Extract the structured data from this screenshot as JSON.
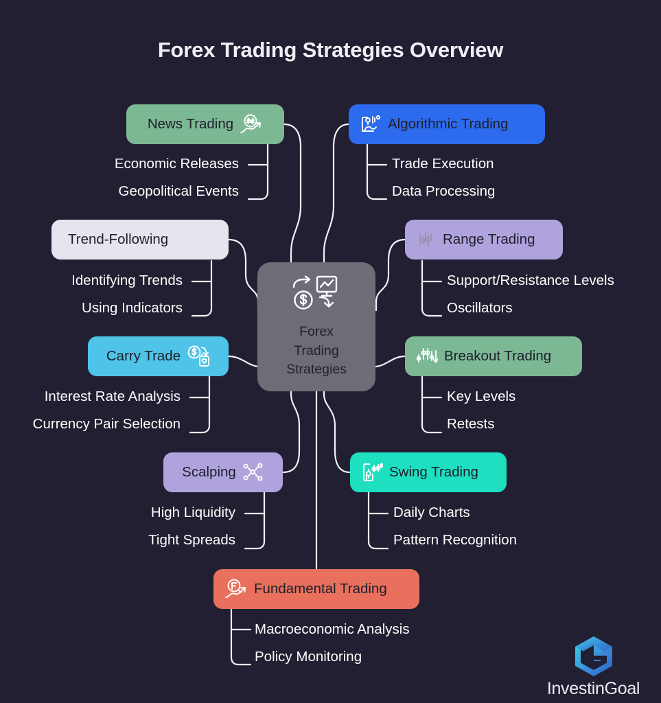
{
  "title": "Forex Trading Strategies Overview",
  "background_color": "#211f31",
  "connector_color": "#f2f3f7",
  "center": {
    "label_lines": [
      "Forex",
      "Trading",
      "Strategies"
    ],
    "color": "#6d6c77",
    "icon": "forex-exchange-icon"
  },
  "branches": [
    {
      "id": "news-trading",
      "label": "News Trading",
      "color": "#7cb894",
      "icon": "news-currency-arrow-icon",
      "icon_side": "right",
      "side": "left",
      "children": [
        "Economic Releases",
        "Geopolitical Events"
      ]
    },
    {
      "id": "algorithmic-trading",
      "label": "Algorithmic Trading",
      "color": "#2c6bed",
      "icon": "algo-chart-device-icon",
      "icon_side": "left",
      "side": "right",
      "children": [
        "Trade Execution",
        "Data Processing"
      ]
    },
    {
      "id": "trend-following",
      "label": "Trend-Following",
      "color": "#e6e5ef",
      "icon": null,
      "icon_side": "none",
      "side": "left",
      "children": [
        "Identifying Trends",
        "Using Indicators"
      ]
    },
    {
      "id": "range-trading",
      "label": "Range Trading",
      "color": "#b0a3dd",
      "icon": "candlestick-range-icon",
      "icon_side": "left",
      "side": "right",
      "children": [
        "Support/Resistance Levels",
        "Oscillators"
      ]
    },
    {
      "id": "carry-trade",
      "label": "Carry Trade",
      "color": "#4fc3e8",
      "icon": "dollar-coin-arrow-icon",
      "icon_side": "right",
      "side": "left",
      "children": [
        "Interest Rate Analysis",
        "Currency Pair Selection"
      ]
    },
    {
      "id": "breakout-trading",
      "label": "Breakout Trading",
      "color": "#7cb894",
      "icon": "candlestick-breakout-icon",
      "icon_side": "left",
      "side": "right",
      "children": [
        "Key Levels",
        "Retests"
      ]
    },
    {
      "id": "scalping",
      "label": "Scalping",
      "color": "#b0a3dd",
      "icon": "network-nodes-icon",
      "icon_side": "right",
      "side": "left",
      "children": [
        "High Liquidity",
        "Tight Spreads"
      ]
    },
    {
      "id": "swing-trading",
      "label": "Swing Trading",
      "color": "#1ee0c0",
      "icon": "mobile-candlestick-icon",
      "icon_side": "left",
      "side": "right",
      "children": [
        "Daily Charts",
        "Pattern Recognition"
      ]
    },
    {
      "id": "fundamental-trading",
      "label": "Fundamental Trading",
      "color": "#e8705c",
      "icon": "magnifier-franc-arrow-icon",
      "icon_side": "left",
      "side": "bottom",
      "children": [
        "Macroeconomic Analysis",
        "Policy Monitoring"
      ]
    }
  ],
  "logo": {
    "text": "InvestinGoal",
    "mark": "hexagon-g-logo",
    "color_start": "#3fd8e8",
    "color_end": "#2f5fd0"
  }
}
